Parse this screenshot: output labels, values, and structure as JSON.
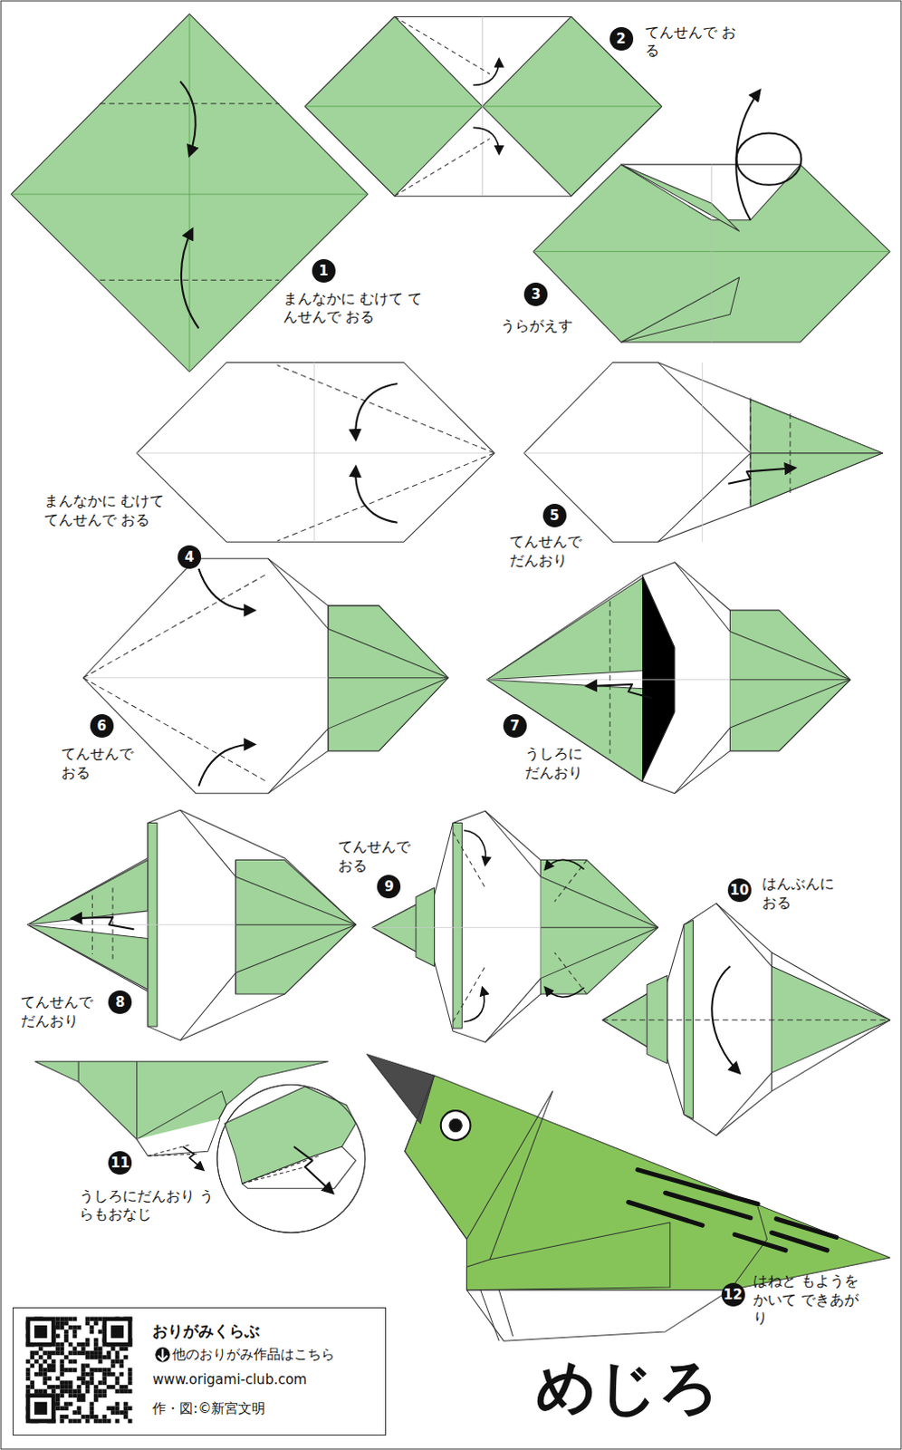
{
  "diagram": {
    "title": "めじろ",
    "nodes": [
      {
        "text": [
          "おりがみくらぶ",
          "他のおりがみ作品はこちら",
          "www.origami-club.com",
          "作・図:©新宮文明"
        ]
      }
    ],
    "labels": [
      "1",
      "まんなかに むけて てんせんで おる",
      "2",
      "てんせんで おる",
      "3",
      "うらがえす",
      "4",
      "まんなかに むけて てんせんで おる",
      "5",
      "てんせんで だんおり",
      "6",
      "てんせんで おる",
      "7",
      "うしろに だんおり",
      "8",
      "てんせんで だんおり",
      "9",
      "てんせんで おる",
      "10",
      "はんぶんに おる",
      "11",
      "うしろにだんおり うらもおなじ",
      "12",
      "はねと もようを かいて できあがり"
    ]
  }
}
